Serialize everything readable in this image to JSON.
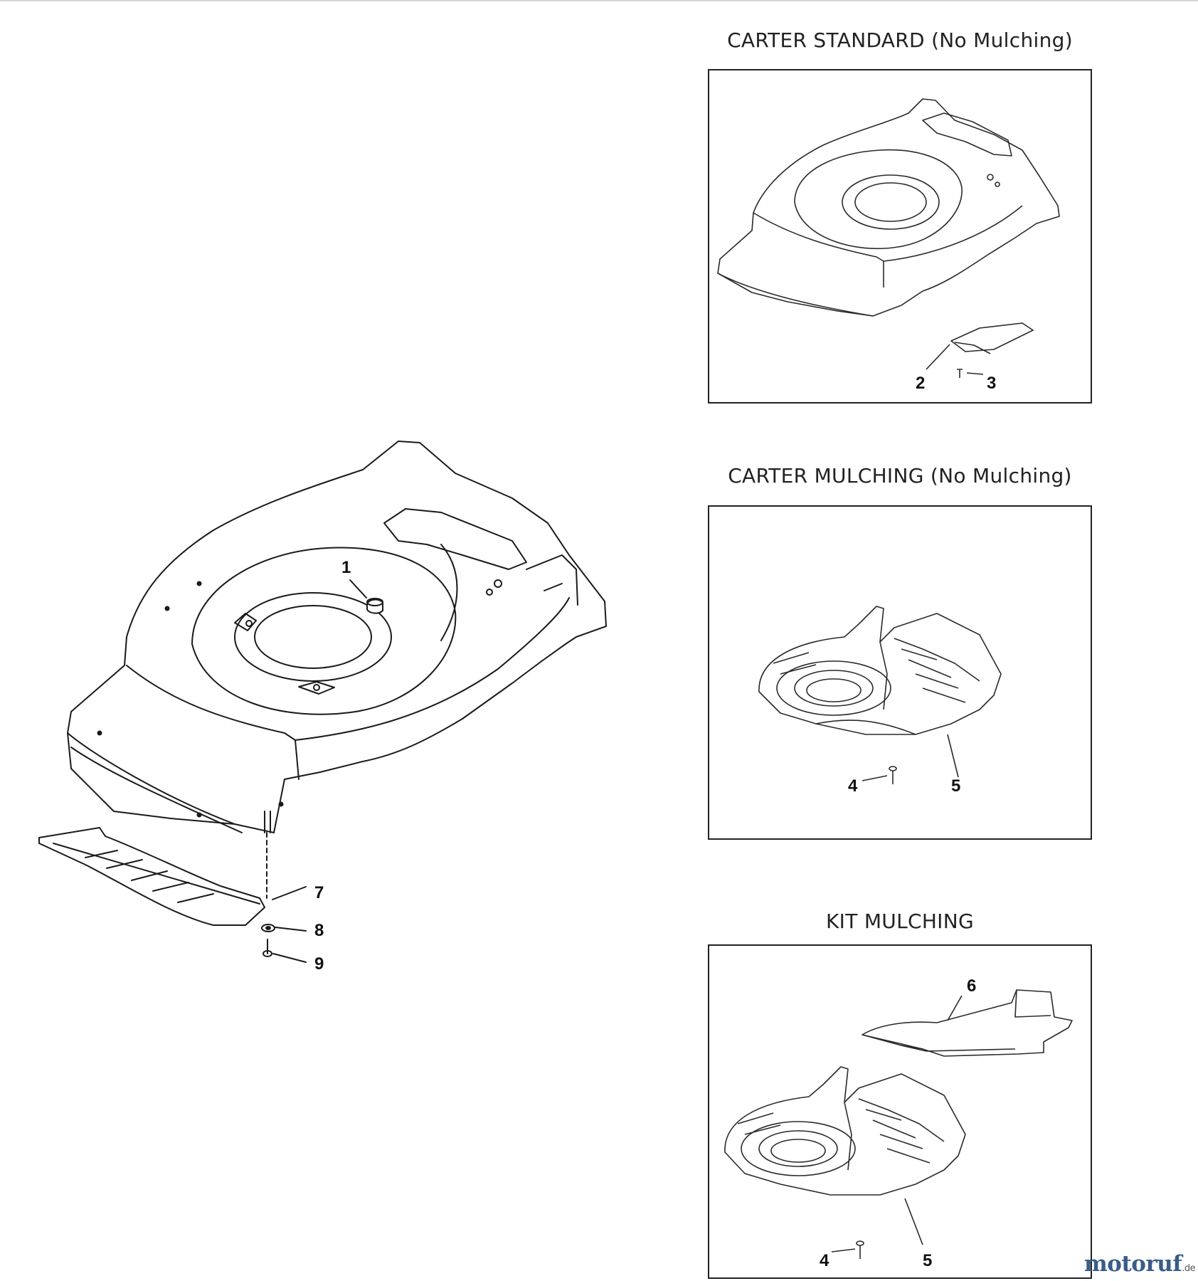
{
  "sections": [
    {
      "title": "CARTER STANDARD (No Mulching)",
      "callouts": [
        "2",
        "3"
      ]
    },
    {
      "title": "CARTER MULCHING (No Mulching)",
      "callouts": [
        "4",
        "5"
      ]
    },
    {
      "title": "KIT MULCHING",
      "callouts": [
        "6",
        "4",
        "5"
      ]
    }
  ],
  "main_callouts": [
    "1",
    "7",
    "8",
    "9"
  ],
  "brand": {
    "name": "motoruf",
    "tld": ".de"
  },
  "colors": {
    "line": "#1a1a1a",
    "brand": "#3a5c8a"
  }
}
